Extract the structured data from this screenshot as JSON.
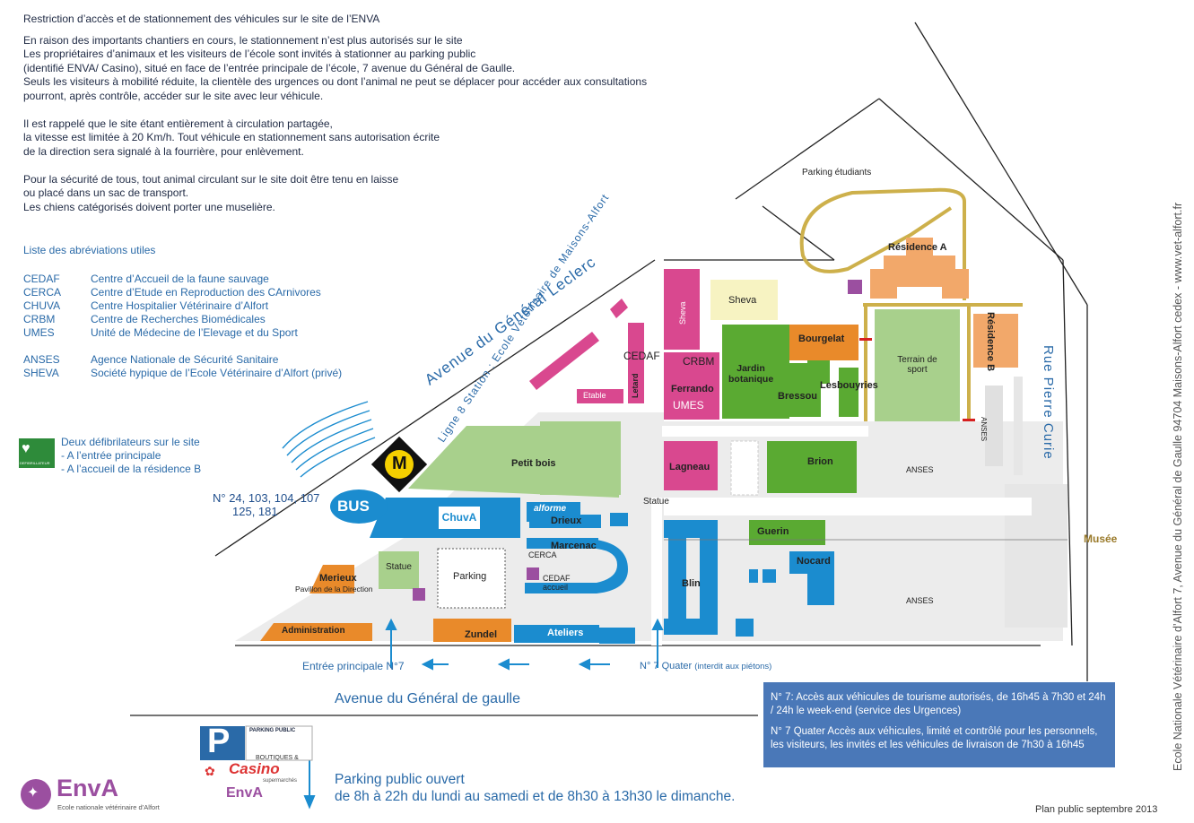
{
  "intro": {
    "title": "Restriction d’accès et de stationnement des véhicules sur le site de l’ENVA",
    "lines": [
      "En raison des importants chantiers en cours, le stationnement n’est plus autorisés sur le site",
      "Les propriétaires d’animaux et les visiteurs de l’école sont invités à stationner au parking public",
      "(identifié ENVA/ Casino), situé en face de l’entrée principale de l’école, 7 avenue du Général de Gaulle.",
      "Seuls les visiteurs à mobilité réduite, la clientèle des urgences ou dont l’animal ne peut se déplacer pour accéder aux consultations",
      "pourront, après contrôle, accéder sur le site avec leur véhicule.",
      "",
      "Il est rappelé que le site étant entièrement à circulation partagée,",
      "la vitesse est limitée à 20 Km/h. Tout véhicule en stationnement sans autorisation écrite",
      "de la direction sera signalé à la fourrière, pour enlèvement.",
      "",
      "Pour la sécurité de tous, tout animal circulant sur le site doit être tenu en laisse",
      "ou placé dans un sac de transport.",
      "Les chiens catégorisés doivent porter une muselière."
    ]
  },
  "abbreviations": {
    "title": "Liste des abréviations utiles",
    "items": [
      {
        "code": "CEDAF",
        "text": "Centre d’Accueil de la faune sauvage"
      },
      {
        "code": "CERCA",
        "text": "Centre d’Etude en Reproduction des CArnivores"
      },
      {
        "code": "CHUVA",
        "text": "Centre Hospitalier Vétérinaire d’Alfort"
      },
      {
        "code": "CRBM",
        "text": "Centre de Recherches Biomédicales"
      },
      {
        "code": "UMES",
        "text": "Unité de Médecine de l’Elevage et du Sport"
      },
      {
        "code": "ANSES",
        "text": "Agence Nationale de Sécurité Sanitaire"
      },
      {
        "code": "SHEVA",
        "text": "Société hypique  de l’Ecole Vétérinaire d’Alfort (privé)"
      }
    ]
  },
  "defib": {
    "icon_label": "DEFIBRILLATEUR",
    "title": "Deux défibrilateurs sur le site",
    "line1": "- A l’entrée principale",
    "line2": "- A l’accueil de la résidence B"
  },
  "bus": {
    "label": "BUS",
    "lines1": "N° 24, 103, 104, 107",
    "lines2": "125, 181"
  },
  "metro": {
    "letter": "M",
    "station": "Ligne 8  Station : Ecole Vétérinaire de Maisons-Alfort"
  },
  "roads": {
    "leclerc": "Avenue du Général Leclerc",
    "pierre_curie": "Rue Pierre Curie",
    "gaulle": "Avenue du Général de gaulle"
  },
  "buildings": {
    "sheva_tall": "Sheva",
    "sheva": "Sheva",
    "cedaf": "CEDAF",
    "crbm": "CRBM",
    "jardin": "Jardin botanique",
    "bourgelat": "Bourgelat",
    "residence_a": "Résidence A",
    "residence_b": "Résidence B",
    "terrain": "Terrain de sport",
    "lesbouyries": "Lesbouyries",
    "bressou": "Bressou",
    "ferrando": "Ferrando",
    "umes": "UMES",
    "letard": "Letard",
    "etable": "Etable",
    "petit_bois": "Petit bois",
    "lagneau": "Lagneau",
    "brion": "Brion",
    "anses1": "ANSES",
    "anses2": "ANSES",
    "anses3": "ANSES",
    "statue1": "Statue",
    "statue2": "Statue",
    "chuva": "ChuvA",
    "alforme": "alforme",
    "drieux": "Drieux",
    "marcenac": "Marcenac",
    "cerca": "CERCA",
    "cedaf2": "CEDAF",
    "accueil": "accueil",
    "parking": "Parking",
    "merieux": "Merieux",
    "pavillon": "Pavillon de la Direction",
    "administration": "Administration",
    "zundel": "Zundel",
    "ateliers": "Ateliers",
    "blin": "Blin",
    "guerin": "Guerin",
    "nocard": "Nocard",
    "parking_etudiants": "Parking étudiants",
    "musee": "Musée"
  },
  "entrances": {
    "main": "Entrée principale N°7",
    "quater": "N° 7 Quater",
    "quater_note": "(interdit aux piétons)"
  },
  "note": {
    "p1": "N° 7: Accès aux véhicules de tourisme autorisés, de 16h45 à 7h30 et 24h / 24h le week-end (service des Urgences)",
    "p2": "N° 7 Quater Accès aux véhicules, limité et contrôlé pour les personnels, les visiteurs, les invités et les véhicules de livraison de 7h30 à 16h45"
  },
  "parking_public": {
    "sign_p": "P",
    "sign_title": "PARKING PUBLIC",
    "boutiques": "BOUTIQUES &",
    "casino": "Casino",
    "supermarches": "supermarchés",
    "enva": "EnvA",
    "line1": "Parking public ouvert",
    "line2": "de 8h à 22h du lundi au samedi et de 8h30 à 13h30 le dimanche."
  },
  "logo": {
    "name": "EnvA",
    "subtitle": "Ecole nationale vétérinaire d’Alfort"
  },
  "sidebar": "Ecole Nationale Vétérinaire d’Alfort  7, Avenue du Général de Gaulle 94704 Maisons-Alfort cedex - www.vet-alfort.fr",
  "footer": "Plan public septembre 2013",
  "colors": {
    "pink": "#d9488f",
    "green": "#5aaa32",
    "lightgreen": "#a8d08c",
    "orange": "#e98a2a",
    "blue": "#1b8ccf",
    "salmon": "#f2a86a",
    "grey": "#e4e4e4",
    "yellow": "#f7f3c2",
    "gold": "#cdb04b",
    "note": "#4a78b8",
    "purple": "#9b4fa0"
  }
}
